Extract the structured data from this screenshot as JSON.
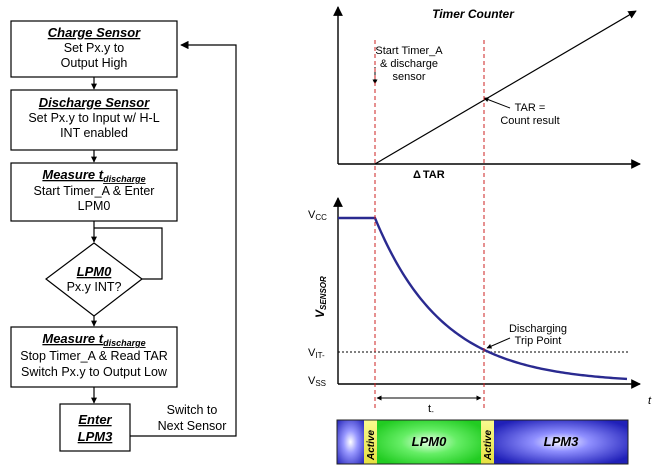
{
  "flowchart": {
    "charge": {
      "title": "Charge Sensor",
      "line1": "Set Px.y to",
      "line2": "Output High"
    },
    "discharge": {
      "title": "Discharge Sensor",
      "line1": "Set Px.y to Input w/ H-L",
      "line2": "INT enabled"
    },
    "measure1": {
      "title": "Measure t",
      "title_sub": "discharge",
      "line1": "Start Timer_A & Enter",
      "line2": "LPM0"
    },
    "decision": {
      "title": "LPM0",
      "line1": "Px.y INT?"
    },
    "measure2": {
      "title": "Measure t",
      "title_sub": "discharge",
      "line1": "Stop Timer_A & Read TAR",
      "line2": "Switch Px.y to Output Low"
    },
    "enter": {
      "line1": "Enter",
      "line2": "LPM3"
    },
    "switch_label": {
      "line1": "Switch to",
      "line2": "Next Sensor"
    }
  },
  "timer": {
    "title": "Timer Counter",
    "start_label": {
      "line1": "Start Timer_A",
      "line2": "& discharge",
      "line3": "sensor"
    },
    "tar_label": {
      "line1": "TAR =",
      "line2": "Count result"
    },
    "axis_label": "TAR",
    "axis_symbol": "Δ"
  },
  "voltage": {
    "y_axis": {
      "main": "V",
      "sub": "SENSOR"
    },
    "vcc": {
      "main": "V",
      "sub": "CC"
    },
    "vit": {
      "main": "V",
      "sub": "IT-"
    },
    "vss": {
      "main": "V",
      "sub": "SS"
    },
    "trip_label": {
      "line1": "Discharging",
      "line2": "Trip Point"
    },
    "t_interval": {
      "main": "t",
      "sub": "-"
    },
    "x_axis": "t"
  },
  "mode_bar": {
    "segments": [
      "Active",
      "LPM0",
      "Active",
      "LPM3"
    ]
  },
  "colors": {
    "arrow": "#000000",
    "marker": "#cc2222",
    "curve": "#2a2a90",
    "lpm0": "#22dd22",
    "active": "#f0ee50",
    "lpm3": "#3434c8"
  }
}
